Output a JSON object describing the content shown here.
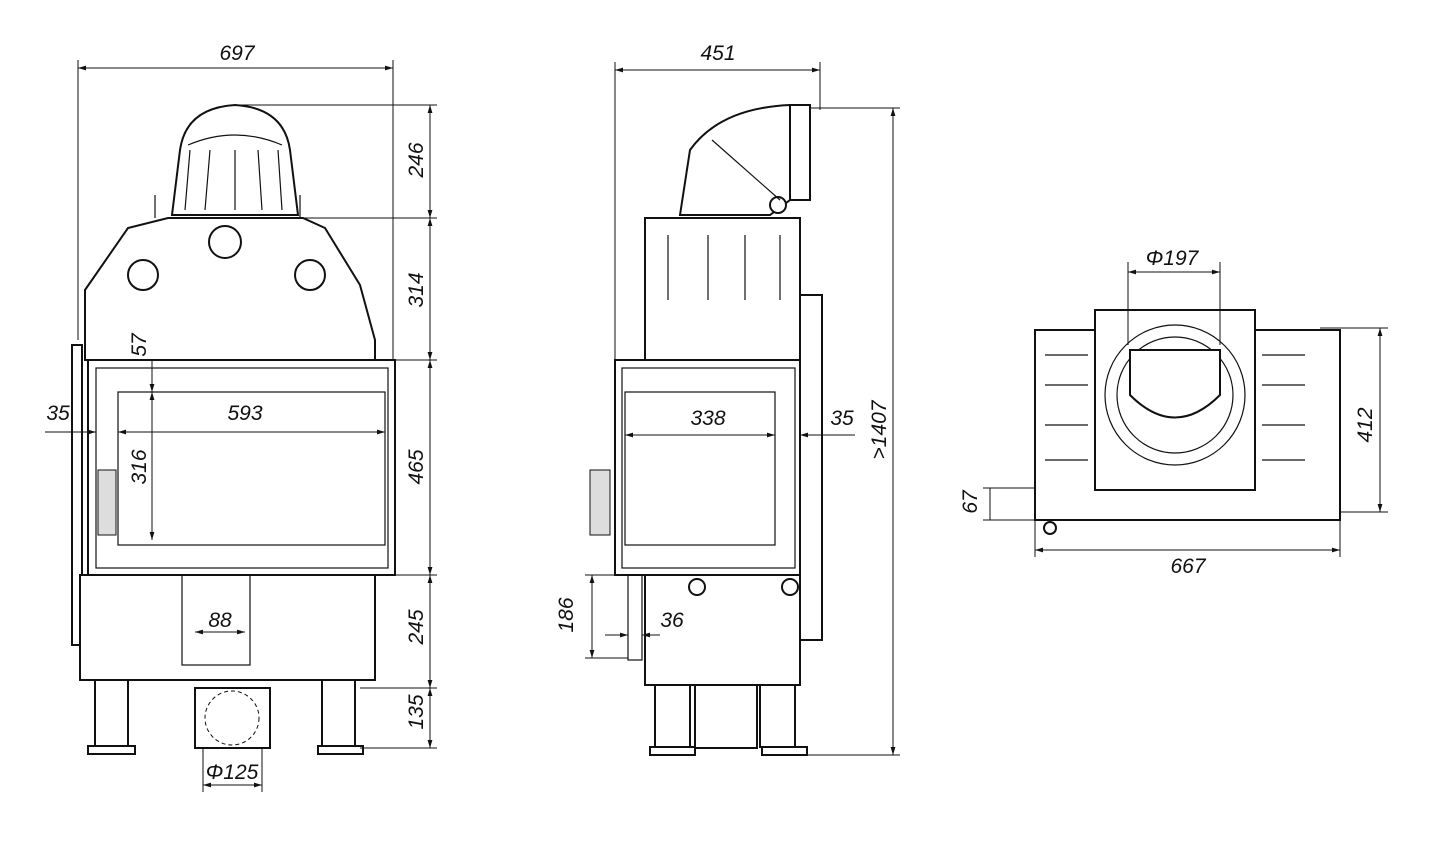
{
  "front_view": {
    "width_overall": "697",
    "hood_height": "246",
    "upper_height": "314",
    "door_frame_top": "57",
    "side_offset": "35",
    "glass_width": "593",
    "glass_height": "316",
    "door_height": "465",
    "air_inlet_width": "88",
    "base_height": "245",
    "leg_height": "135",
    "air_inlet_diameter": "Φ125"
  },
  "side_view": {
    "depth_overall": "451",
    "side_glass_width": "338",
    "side_offset": "35",
    "handle_height": "186",
    "handle_offset": "36",
    "total_height": ">1407"
  },
  "top_view": {
    "flue_diameter": "Φ197",
    "depth": "412",
    "front_offset": "67",
    "width": "667"
  }
}
